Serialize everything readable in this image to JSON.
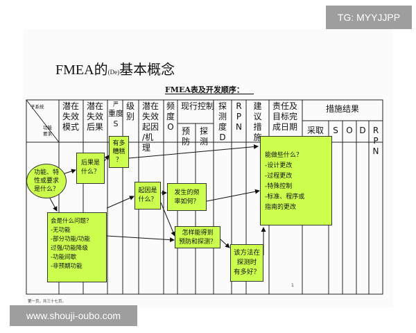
{
  "watermarks": {
    "top_right": "TG: MYYJJPP",
    "bottom_left": "www.shouji-oubo.com"
  },
  "slide": {
    "title_main": "FMEA的",
    "title_small": "(De)",
    "title_rest": "基本概念",
    "subtitle": "FMEA表及开发顺序："
  },
  "table_headers": {
    "subsystem": "子系统",
    "function_req": [
      "功能",
      "要求"
    ],
    "potential_mode": [
      "潜在",
      "失效",
      "模式"
    ],
    "potential_effect": [
      "潜在",
      "失效",
      "后果"
    ],
    "severity": [
      "严",
      "重度",
      "S"
    ],
    "classification": [
      "级",
      "别"
    ],
    "potential_cause": [
      "潜在",
      "失效",
      "起因",
      "/机",
      "理"
    ],
    "occurrence": [
      "频",
      "度",
      "O"
    ],
    "controls": "现行控制",
    "prevent": [
      "预",
      "防"
    ],
    "detect": [
      "探",
      "测"
    ],
    "detection": [
      "探",
      "测",
      "度",
      "D"
    ],
    "rpn": [
      "R",
      "P",
      "N"
    ],
    "recommended": [
      "建",
      "议",
      "措",
      "施"
    ],
    "responsibility": [
      "责任及",
      "目标完",
      "成日期"
    ],
    "results": "措施结果",
    "taken": "采取",
    "s": "S",
    "o": "O",
    "d": "D",
    "rpn2": [
      "R",
      "P",
      "N"
    ]
  },
  "callouts": {
    "function": [
      "功能、特",
      "性或要求",
      "是什么？"
    ],
    "problem": [
      "会是什么问题？",
      "-无功能",
      "-部分功能/功能",
      "过强/功能降级",
      "-功能间歇",
      "-非预期功能"
    ],
    "effect": [
      "后果是",
      "什么？"
    ],
    "severity": [
      "有多",
      "糟糕",
      "？"
    ],
    "cause": [
      "起因是",
      "什么？"
    ],
    "frequency": [
      "发生的频",
      "率如何？"
    ],
    "prevent_detect": [
      "怎样能得到",
      "预防和探测？"
    ],
    "detect_good": [
      "该方法在",
      "探测时",
      "有多好？"
    ],
    "actions": [
      "能做些什么？",
      "-设计更改",
      "-过程更改",
      "-特殊控制",
      "-标准、程序或",
      "指南的更改"
    ]
  },
  "footer": "第一页，共三十七页。",
  "page_number": "1",
  "colors": {
    "callout_fill": "#ccff4d",
    "watermark_bg": "#9e9e9e"
  }
}
